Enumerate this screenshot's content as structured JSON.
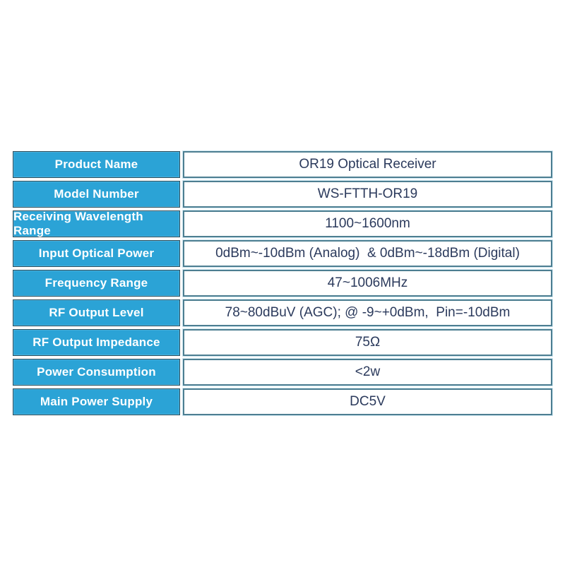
{
  "page": {
    "background_color": "#ffffff",
    "accent_color": "#2ba3d6",
    "value_text_color": "#2b3a5c",
    "value_border_color": "#4d7e91",
    "label_border_color": "#2e4f5c"
  },
  "spec_table": {
    "rows": [
      {
        "label": "Product Name",
        "value": "OR19 Optical Receiver"
      },
      {
        "label": "Model Number",
        "value": "WS-FTTH-OR19"
      },
      {
        "label": "Receiving Wavelength Range",
        "value": "1100~1600nm"
      },
      {
        "label": "Input Optical Power",
        "value": "0dBm~-10dBm (Analog)  & 0dBm~-18dBm (Digital)"
      },
      {
        "label": "Frequency Range",
        "value": "47~1006MHz"
      },
      {
        "label": "RF Output Level",
        "value": "78~80dBuV (AGC); @ -9~+0dBm,  Pin=-10dBm"
      },
      {
        "label": "RF Output Impedance",
        "value": "75Ω"
      },
      {
        "label": "Power Consumption",
        "value": "<2w"
      },
      {
        "label": "Main Power Supply",
        "value": "DC5V"
      }
    ]
  }
}
